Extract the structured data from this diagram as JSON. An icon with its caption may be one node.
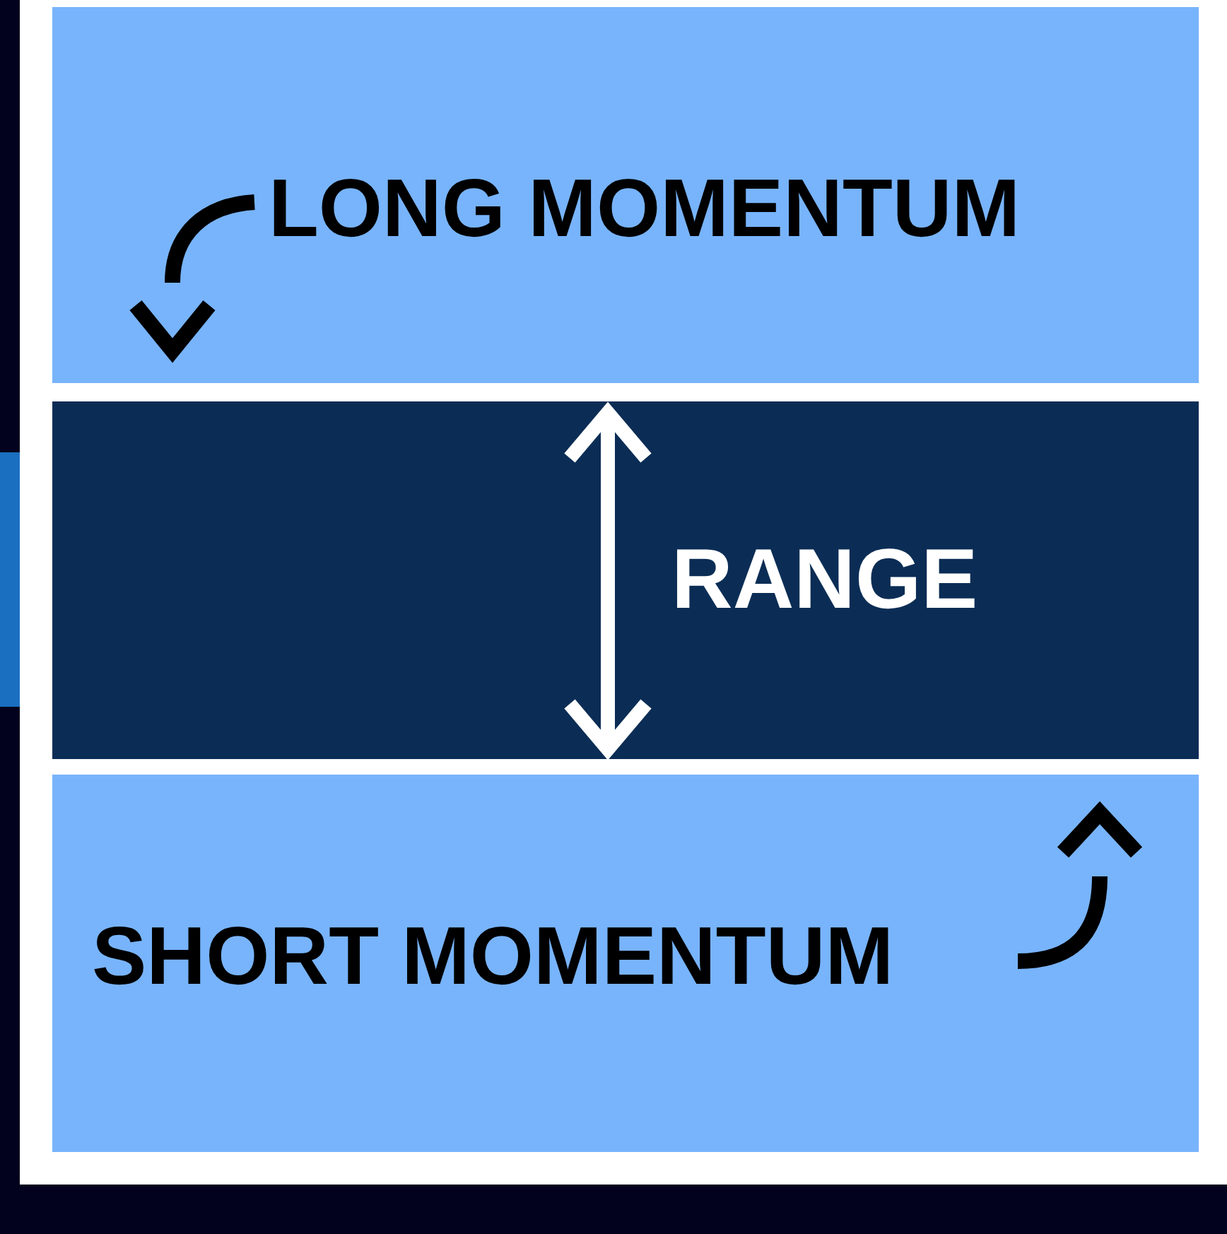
{
  "diagram": {
    "nodes": [
      {
        "text": [
          "LONG MOMENTUM"
        ]
      },
      {
        "text": [
          "RANGE"
        ]
      },
      {
        "text": [
          "SHORT MOMENTUM"
        ]
      }
    ]
  }
}
